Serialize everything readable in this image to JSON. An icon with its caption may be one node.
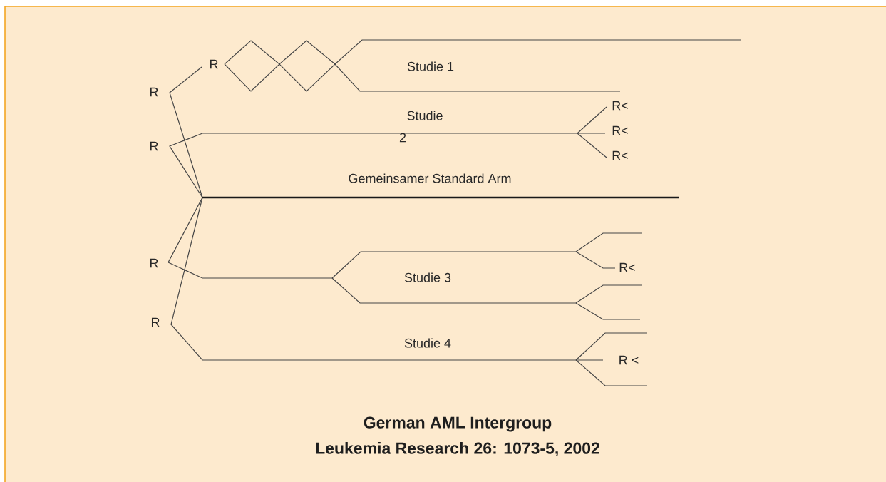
{
  "diagram": {
    "labels": [
      "R",
      "Studie 1",
      "R",
      "R<",
      "Studie",
      "R<",
      "2",
      "R",
      "R<",
      "Gemeinsamer Standard Arm",
      "R",
      "R<",
      "Studie 3",
      "R",
      "Studie 4",
      "R <",
      "German AML Intergroup",
      "Leukemia Research 26: 1073-5, 2002"
    ]
  }
}
